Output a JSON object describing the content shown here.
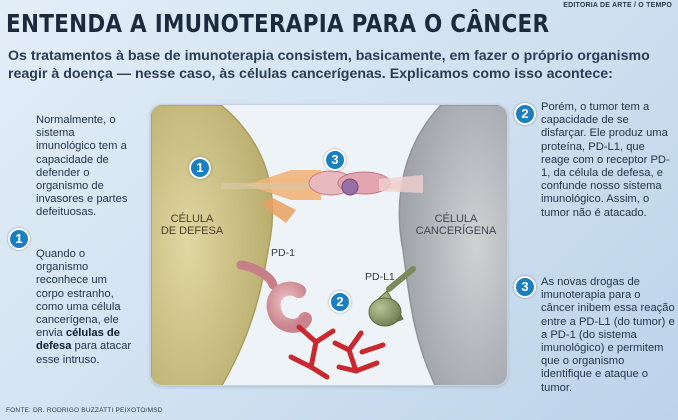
{
  "credit": "EDITORIA DE ARTE / O TEMPO",
  "title": "ENTENDA A IMUNOTERAPIA PARA O CÂNCER",
  "subtitle": "Os tratamentos à base de imunoterapia consistem, basicamente, em fazer o próprio organismo reagir à doença — nesse caso, às células cancerígenas. Explicamos como isso acontece:",
  "left": {
    "badge": "1",
    "para1": "Normalmente, o sistema imunológico tem a capacidade de defender o organismo de invasores e partes defeituosas.",
    "para2_before": "Quando o organismo reconhece um corpo estranho, como uma célula cancerígena, ele envia ",
    "para2_bold": "células de defesa",
    "para2_after": " para atacar esse intruso."
  },
  "right": {
    "step2": {
      "badge": "2",
      "text": "Porém, o tumor tem a capacidade de se disfarçar. Ele produz uma proteína, PD-L1, que reage com o receptor PD-1, da célula de defesa, e confunde nosso sistema imunológico. Assim, o tumor não é atacado."
    },
    "step3": {
      "badge": "3",
      "text": "As novas drogas de imunoterapia para o câncer inibem essa reação entre a PD-L1 (do tumor) e a PD-1 (do sistema imunológico) e permitem que o organismo identifique e ataque o tumor."
    }
  },
  "diagram": {
    "defense_cell_label_line1": "CÉLULA",
    "defense_cell_label_line2": "DE DEFESA",
    "cancer_cell_label_line1": "CÉLULA",
    "cancer_cell_label_line2": "CANCERÍGENA",
    "pd1_label": "PD-1",
    "pdl1_label": "PD-L1",
    "badge1": "1",
    "badge2": "2",
    "badge3": "3"
  },
  "source": "FONTE: DR. RODRIGO BUZZATTI PEIXOTO/MSD",
  "colors": {
    "badge_blue": "#1a7fc1",
    "defense_cell": "#cfc489",
    "cancer_cell": "#b9bcc0",
    "receptor_pink": "#d99aa2",
    "pdl1_green": "#8a9a68",
    "antibody_red": "#c8282e"
  }
}
